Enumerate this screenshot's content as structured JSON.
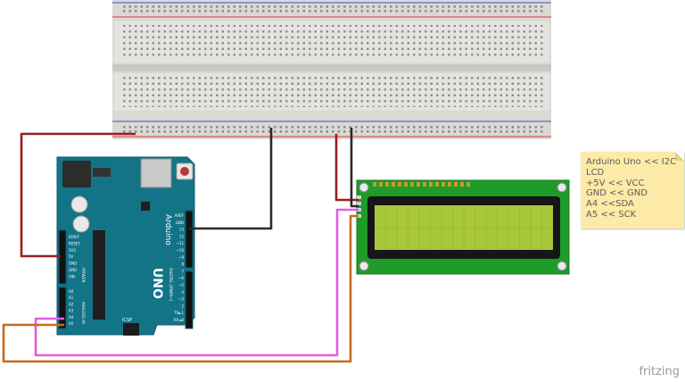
{
  "note": {
    "lines": [
      "Arduino Uno << I2C",
      "LCD",
      "+5V << VCC",
      "GND << GND",
      "A4 <<SDA",
      "A5 << SCK"
    ]
  },
  "board": {
    "brand_label": "Arduino",
    "model_label": "UNO",
    "icsp_label": "ICSP",
    "left_pins": [
      "IOREF",
      "RESET",
      "3V3",
      "5V",
      "GND",
      "GND",
      "VIN"
    ],
    "analog_pins": [
      "A0",
      "A1",
      "A2",
      "A3",
      "A4",
      "A5"
    ],
    "right_pins": [
      "AREF",
      "GND",
      "13",
      "12",
      "~11",
      "~10",
      "~9",
      "8",
      "7",
      "~6",
      "~5",
      "4",
      "~3",
      "2",
      "TX►1",
      "RX◄0"
    ],
    "header_labels": [
      "POWER",
      "ANALOG IN",
      "DIGITAL (PWM~)"
    ]
  },
  "wire_colors": {
    "five_volt": "#9e1c1c",
    "ground": "#2a2a2a",
    "sda": "#e35de3",
    "scl": "#c86a1e"
  },
  "footer": {
    "brand": "fritzing"
  }
}
